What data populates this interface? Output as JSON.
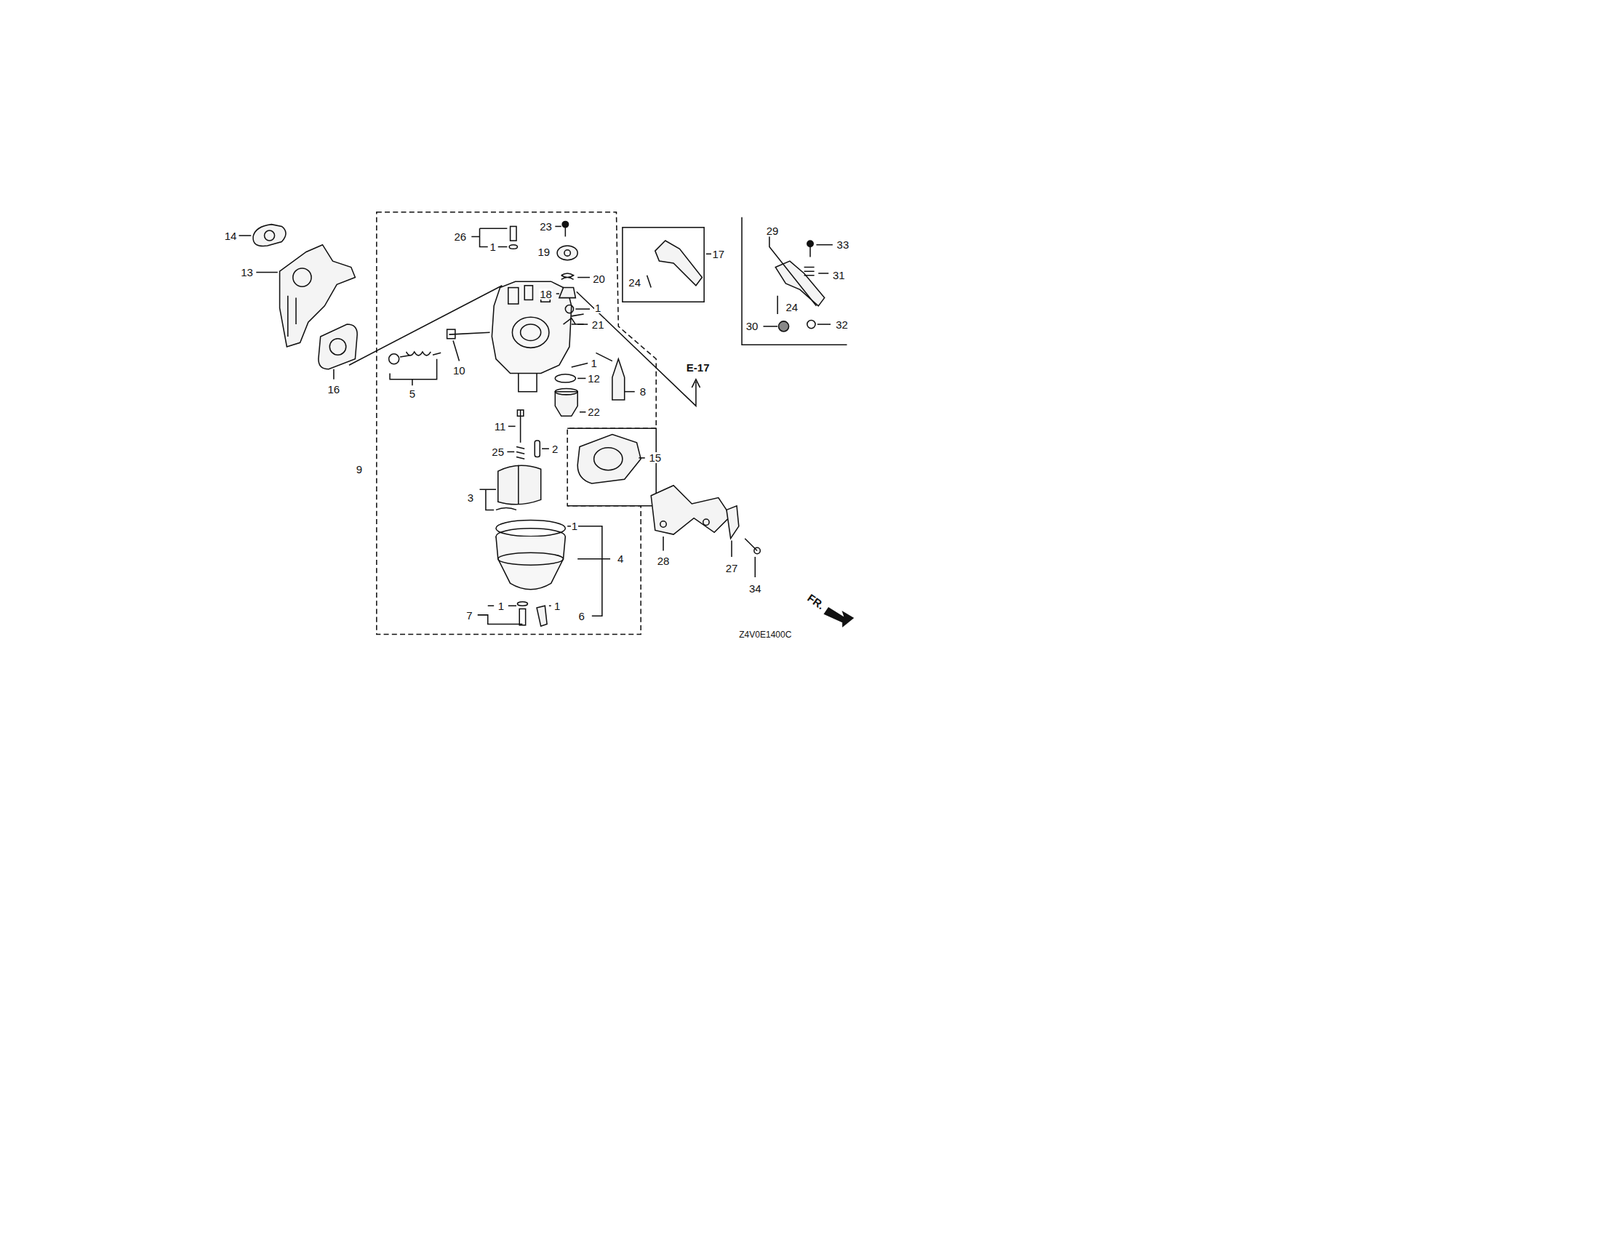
{
  "diagram": {
    "labels": [
      "14",
      "13",
      "16",
      "26",
      "1",
      "23",
      "19",
      "20",
      "18",
      "1",
      "21",
      "10",
      "5",
      "1",
      "12",
      "22",
      "8",
      "E-17",
      "17",
      "24",
      "29",
      "33",
      "31",
      "24",
      "30",
      "32",
      "9",
      "11",
      "25",
      "2",
      "15",
      "3",
      "1",
      "4",
      "7",
      "1",
      "1",
      "6",
      "28",
      "27",
      "34",
      "FR.",
      "Z4V0E1400C"
    ]
  }
}
